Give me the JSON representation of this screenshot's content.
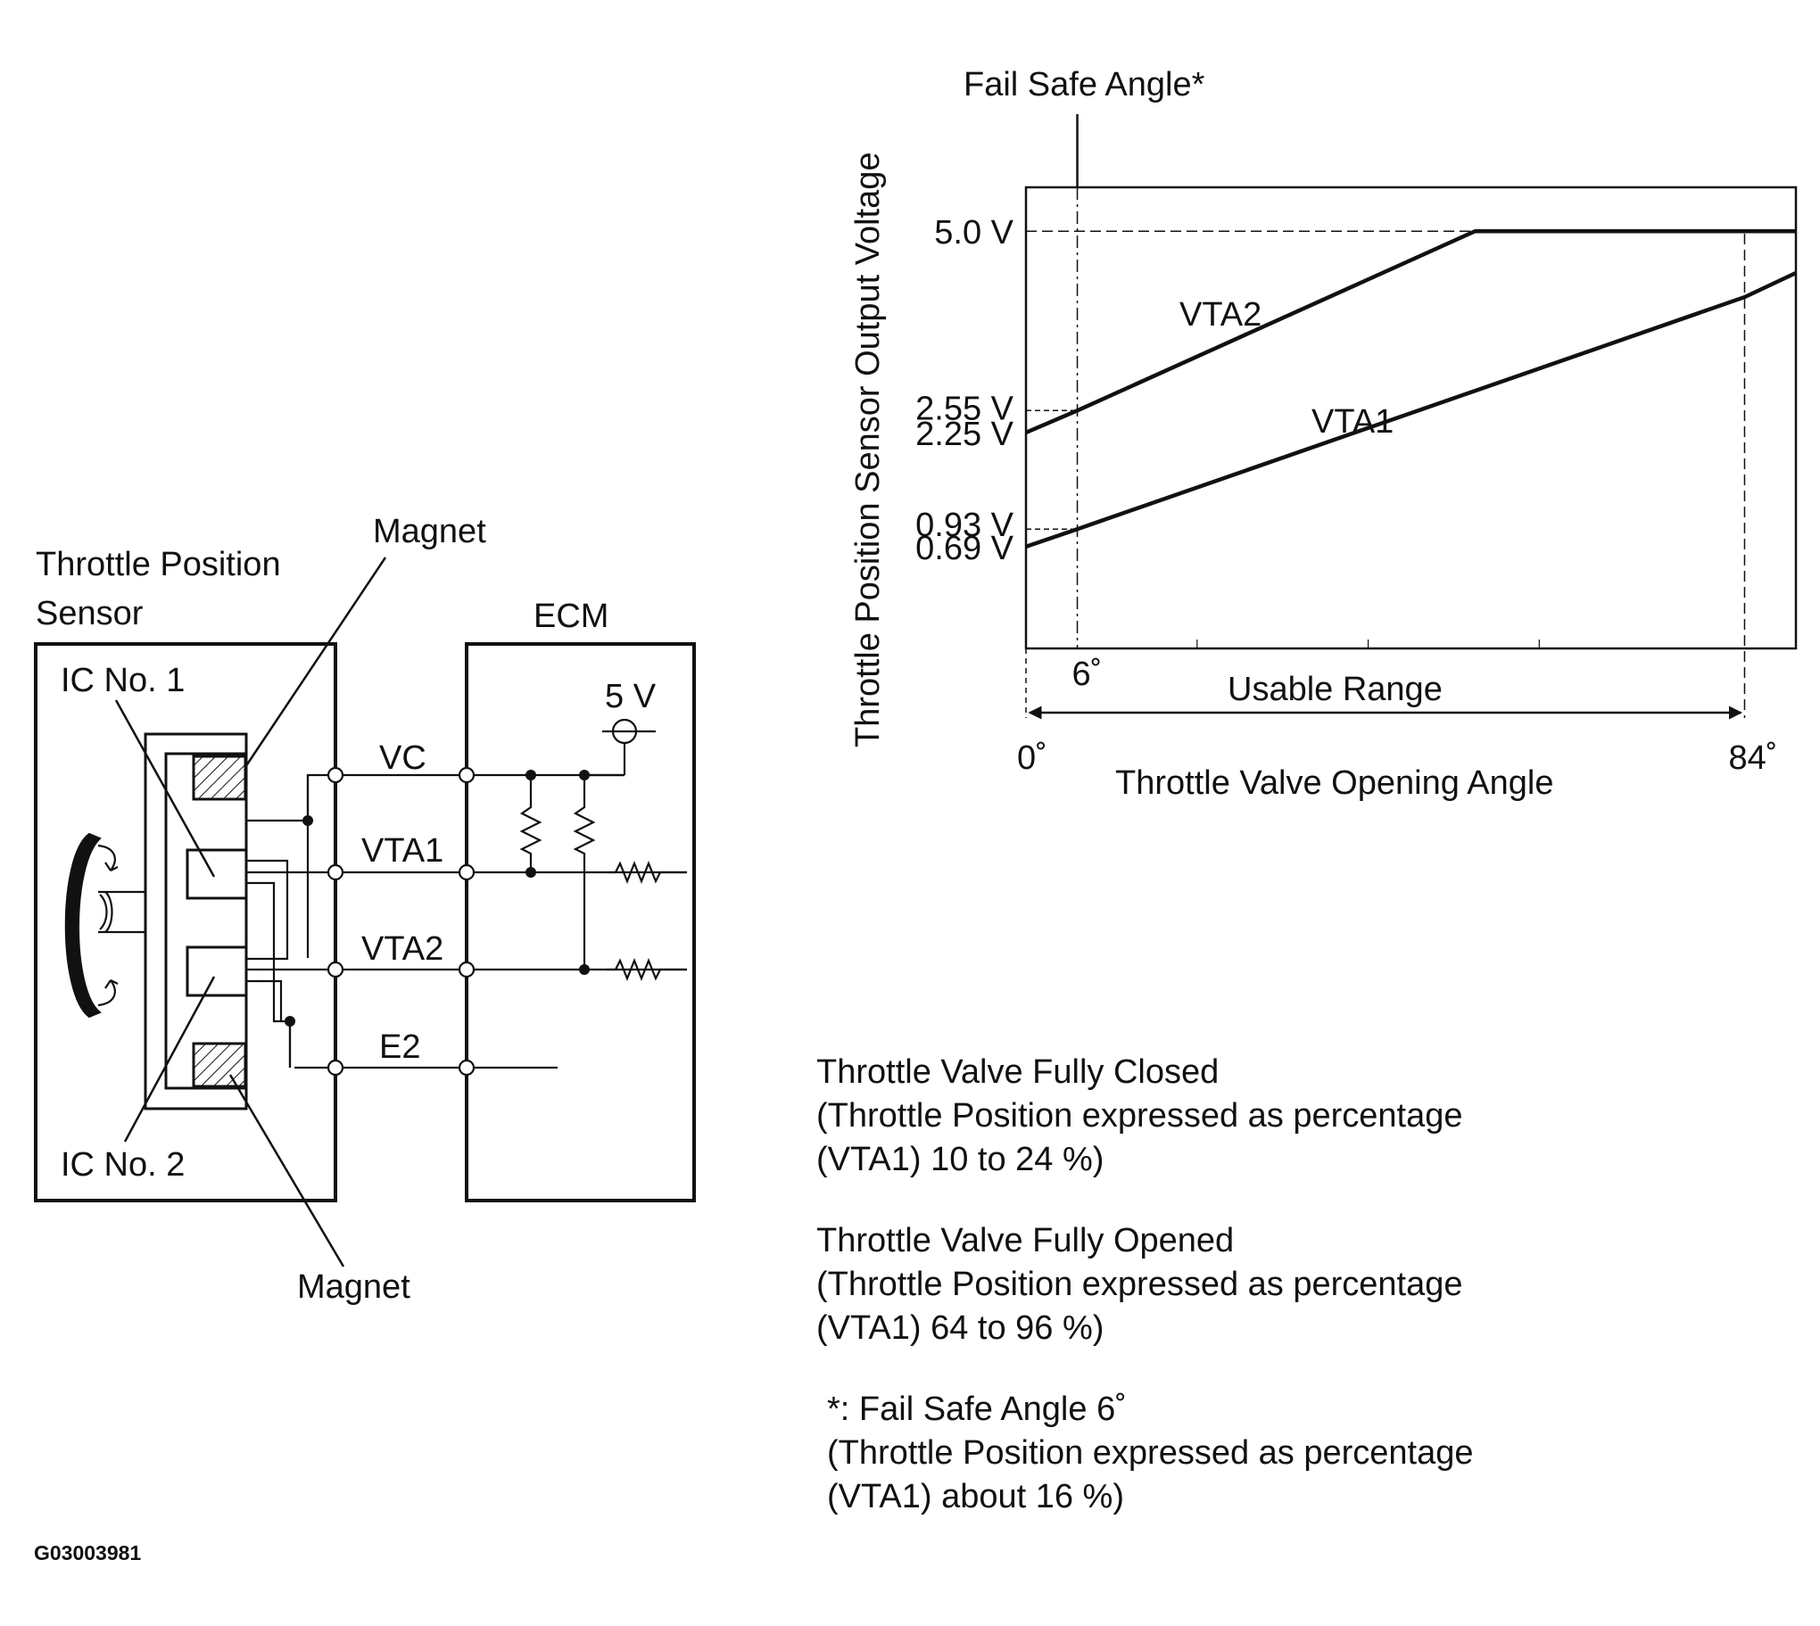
{
  "circuit": {
    "sensor_title_line1": "Throttle Position",
    "sensor_title_line2": "Sensor",
    "magnet_top": "Magnet",
    "magnet_bottom": "Magnet",
    "ic1": "IC No. 1",
    "ic2": "IC No. 2",
    "ecm": "ECM",
    "supply": "5 V",
    "terminals": [
      "VC",
      "VTA1",
      "VTA2",
      "E2"
    ]
  },
  "chart": {
    "fail_safe_label": "Fail Safe Angle*",
    "y_axis_label": "Throttle Position Sensor Output Voltage",
    "x_axis_label": "Throttle Valve Opening Angle",
    "usable_range_label": "Usable Range",
    "x_tick_labels": [
      "0˚",
      "6˚",
      "84˚"
    ],
    "y_tick_labels": [
      "5.0 V",
      "2.55 V",
      "2.25 V",
      "0.93 V",
      "0.69 V"
    ],
    "series_labels": [
      "VTA2",
      "VTA1"
    ]
  },
  "chart_data": {
    "type": "line",
    "title": "",
    "xlabel": "Throttle Valve Opening Angle",
    "ylabel": "Throttle Position Sensor Output Voltage",
    "x_unit": "deg",
    "y_unit": "V",
    "xlim": [
      0,
      90
    ],
    "ylim": [
      -0.7,
      5.6
    ],
    "series": [
      {
        "name": "VTA2",
        "points": [
          [
            0,
            2.25
          ],
          [
            6,
            2.55
          ],
          [
            52.5,
            5.0
          ],
          [
            90,
            5.0
          ]
        ]
      },
      {
        "name": "VTA1",
        "points": [
          [
            0,
            0.69
          ],
          [
            6,
            0.93
          ],
          [
            84,
            4.1
          ],
          [
            90,
            4.43
          ]
        ]
      }
    ],
    "reference_lines": {
      "fail_safe_angle": 6,
      "usable_range": [
        0,
        84
      ],
      "voltage_levels": [
        5.0,
        2.55,
        2.25,
        0.93,
        0.69
      ]
    }
  },
  "notes": [
    {
      "lines": [
        "Throttle Valve Fully Closed",
        "(Throttle Position expressed as percentage",
        "(VTA1) 10 to 24 %)"
      ]
    },
    {
      "lines": [
        "Throttle Valve Fully Opened",
        "(Throttle Position expressed as percentage",
        "(VTA1) 64 to 96 %)"
      ]
    },
    {
      "lines": [
        "*: Fail Safe Angle 6˚",
        "(Throttle Position expressed as percentage",
        "(VTA1) about 16 %)"
      ]
    }
  ],
  "figure_id": "G03003981"
}
